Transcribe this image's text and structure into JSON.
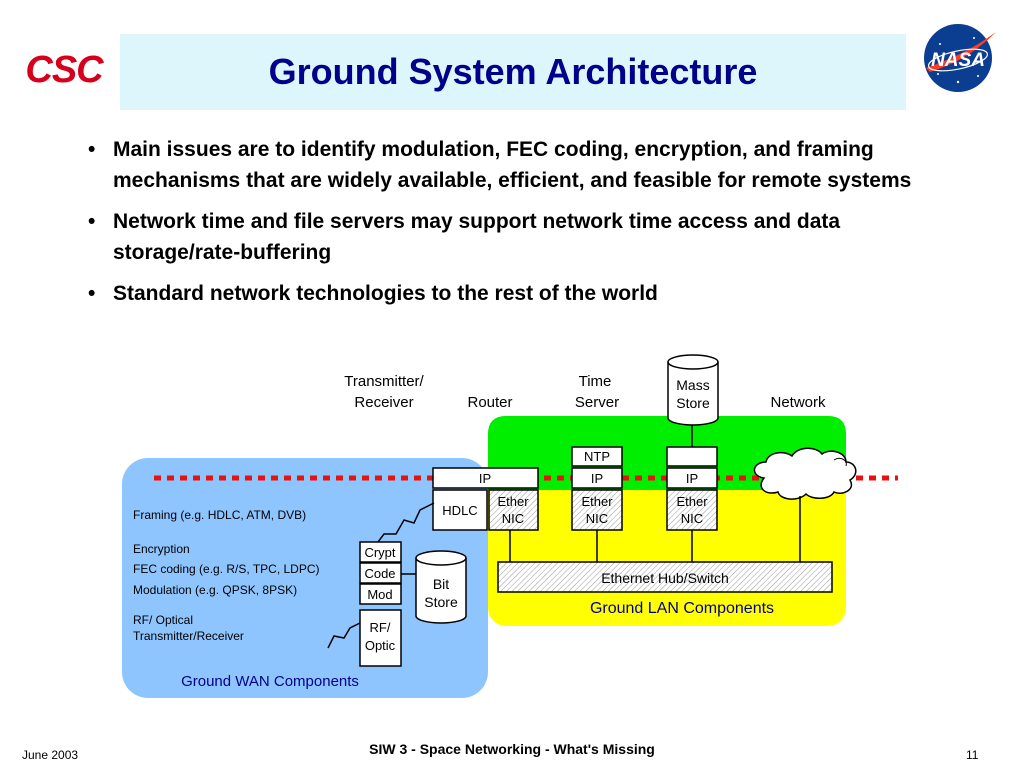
{
  "header": {
    "title": "Ground System Architecture",
    "left_logo": {
      "name": "csc-logo",
      "text": "CSC",
      "color": "#d6001c"
    },
    "right_logo": {
      "name": "nasa-logo",
      "text": "NASA",
      "color": "#0b3d91"
    }
  },
  "bullets": [
    "Main issues are to identify modulation, FEC coding, encryption, and framing mechanisms that are widely available, efficient, and feasible for remote systems",
    "Network time and file servers may support network time access and data storage/rate-buffering",
    "Standard network technologies to the rest of the world"
  ],
  "diagram": {
    "colors": {
      "wan": "#8fc5ff",
      "lan_top": "#00ee00",
      "lan_bottom": "#ffff00",
      "link": "#e81010"
    },
    "col_labels": {
      "transmitter": "Transmitter/",
      "receiver": "Receiver",
      "router": "Router",
      "time": "Time",
      "server": "Server",
      "network": "Network"
    },
    "mass_store": {
      "line1": "Mass",
      "line2": "Store"
    },
    "bit_store": {
      "line1": "Bit",
      "line2": "Store"
    },
    "router": {
      "ip": "IP",
      "hdlc": "HDLC",
      "nic1": "Ether",
      "nic2": "NIC"
    },
    "time_server": {
      "ntp": "NTP",
      "ip": "IP",
      "nic1": "Ether",
      "nic2": "NIC"
    },
    "storage_server": {
      "ip": "IP",
      "nic1": "Ether",
      "nic2": "NIC"
    },
    "wan_stack": [
      "Crypt",
      "Code",
      "Mod"
    ],
    "rf": {
      "line1": "RF/",
      "line2": "Optic"
    },
    "wan_labels": {
      "framing": "Framing (e.g. HDLC, ATM, DVB)",
      "encryption": "Encryption",
      "fec": "FEC coding (e.g. R/S, TPC, LDPC)",
      "modulation": "Modulation (e.g. QPSK, 8PSK)",
      "rf1": "RF/ Optical",
      "rf2": "Transmitter/Receiver"
    },
    "hub": "Ethernet Hub/Switch",
    "lan_title": "Ground LAN Components",
    "wan_title": "Ground WAN Components"
  },
  "footer": {
    "date": "June 2003",
    "title": "SIW 3 - Space Networking - What's Missing",
    "page": "11"
  }
}
